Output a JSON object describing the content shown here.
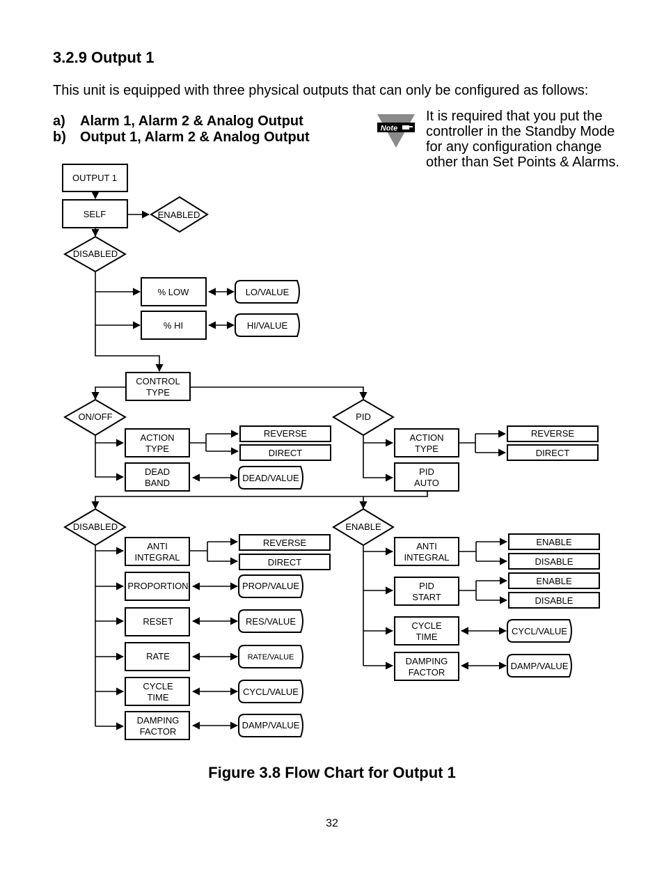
{
  "section": {
    "heading": "3.2.9 Output 1",
    "intro": "This unit is equipped with three physical outputs that can only be configured as follows:",
    "options": [
      {
        "label": "a)",
        "text": "Alarm 1, Alarm 2 & Analog Output"
      },
      {
        "label": "b)",
        "text": "Output 1, Alarm 2 & Analog Output"
      }
    ]
  },
  "note": {
    "badge": "Note",
    "text": "It is required that you put the controller in the Standby Mode for any configuration change other than Set Points & Alarms."
  },
  "flowchart": {
    "output1": "OUTPUT 1",
    "self": "SELF",
    "enabled": "ENABLED",
    "disabled": "DISABLED",
    "pct_low": "% LOW",
    "lo_value": "LO/VALUE",
    "pct_hi": "% HI",
    "hi_value": "HI/VALUE",
    "control_type": [
      "CONTROL",
      "TYPE"
    ],
    "on_off": "ON/OFF",
    "pid": "PID",
    "action_type": [
      "ACTION",
      "TYPE"
    ],
    "reverse": "REVERSE",
    "direct": "DIRECT",
    "dead_band": [
      "DEAD",
      "BAND"
    ],
    "dead_value": "DEAD/VALUE",
    "pid_auto": [
      "PID",
      "AUTO"
    ],
    "enable": "ENABLE",
    "disable": "DISABLE",
    "anti_integral": [
      "ANTI",
      "INTEGRAL"
    ],
    "proportion": "PROPORTION",
    "prop_value": "PROP/VALUE",
    "reset": "RESET",
    "res_value": "RES/VALUE",
    "rate": "RATE",
    "rate_value": "RATE/VALUE",
    "cycle_time": [
      "CYCLE",
      "TIME"
    ],
    "cycl_value": "CYCL/VALUE",
    "damping_factor": [
      "DAMPING",
      "FACTOR"
    ],
    "damp_value": "DAMP/VALUE",
    "pid_start": [
      "PID",
      "START"
    ]
  },
  "caption": "Figure 3.8 Flow Chart for Output 1",
  "page_number": "32"
}
